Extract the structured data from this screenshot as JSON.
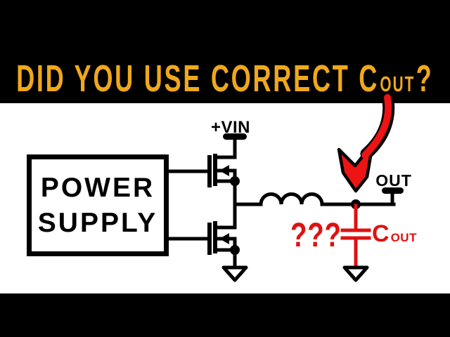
{
  "title": {
    "main": "DID YOU USE CORRECT C",
    "subscript": "OUT",
    "question": "?"
  },
  "circuit": {
    "power_supply_line1": "POWER",
    "power_supply_line2": "SUPPLY",
    "vin_label": "+VIN",
    "out_label": "OUT",
    "unknown_value": "???",
    "cap_label": "C",
    "cap_label_subscript": "OUT"
  },
  "colors": {
    "title_yellow": "#EFA81C",
    "circuit_red": "#DF1111",
    "arrow_red": "#EC1414",
    "ink": "#000000",
    "paper": "#FFFFFF"
  }
}
